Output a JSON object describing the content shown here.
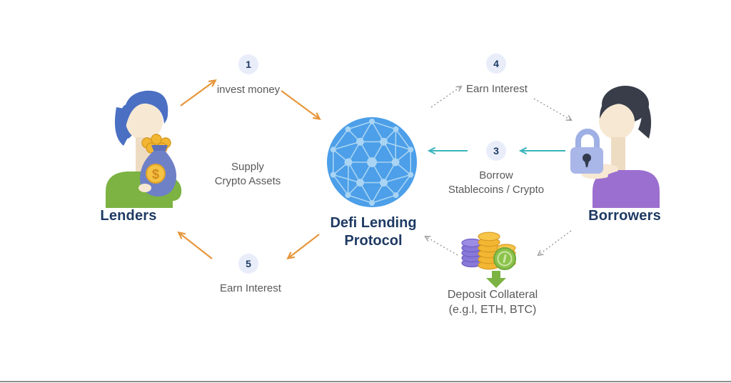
{
  "diagram_title": "Defi Lending Protocol",
  "actors": {
    "lenders": {
      "label": "Lenders"
    },
    "borrowers": {
      "label": "Borrowers"
    }
  },
  "protocol": {
    "label_line1": "Defi Lending",
    "label_line2": "Protocol"
  },
  "steps": {
    "step1": {
      "number": "1",
      "label": "invest money"
    },
    "step3": {
      "number": "3",
      "label_line1": "Borrow",
      "label_line2": "Stablecoins / Crypto"
    },
    "step4": {
      "number": "4",
      "label": "Earn Interest"
    },
    "step5": {
      "number": "5",
      "label": "Earn Interest"
    }
  },
  "annotations": {
    "supply": {
      "line1": "Supply",
      "line2": "Crypto Assets"
    },
    "deposit": {
      "line1": "Deposit Collateral",
      "line2": "(e.g.l, ETH, BTC)"
    }
  },
  "icons": {
    "lender_figure": "person-with-money-bag",
    "borrower_figure": "person-with-padlock",
    "protocol_sphere": "network-globe",
    "collateral_coins": "coin-stacks",
    "deposit_arrow": "green-down-arrow"
  },
  "colors": {
    "heading_text": "#1e3a63",
    "body_text": "#595959",
    "badge_bg": "#e8edf9",
    "arrow_orange": "#e6963c",
    "arrow_teal": "#3ab5bd",
    "arrow_dashed": "#999999",
    "sphere": "#4c9fe8",
    "sphere_network": "#a9d4f3",
    "deposit_green": "#7cb342"
  }
}
